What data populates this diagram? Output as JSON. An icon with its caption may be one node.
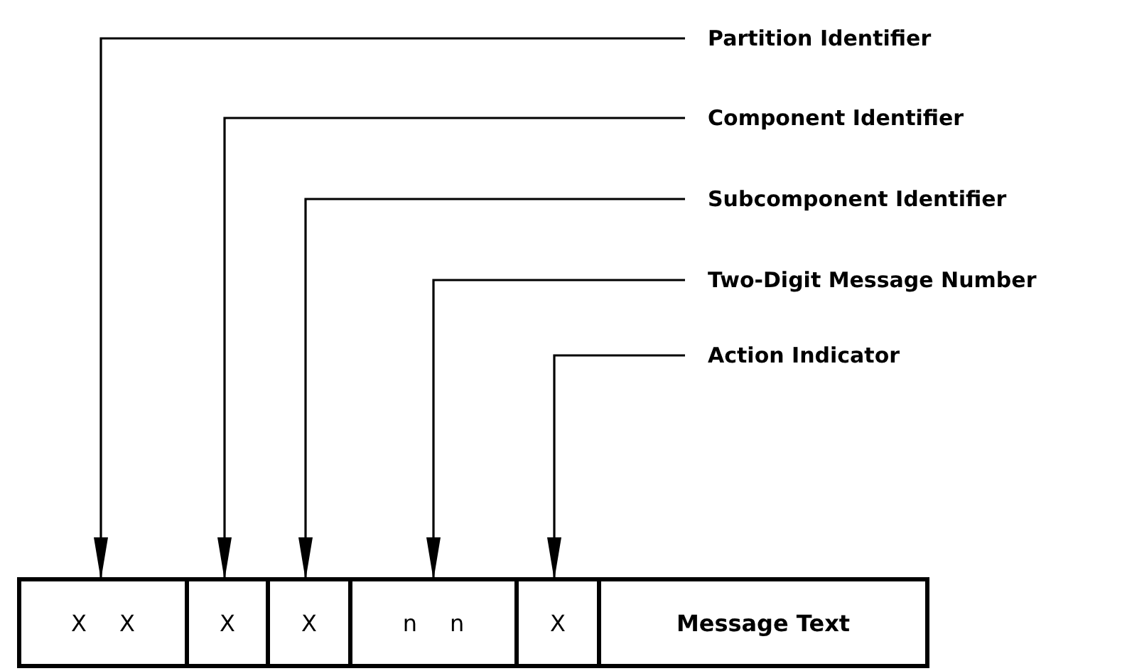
{
  "diagram": {
    "nodes": [
      {
        "text": [
          "Partition Identifier"
        ]
      },
      {
        "text": [
          "Component Identifier"
        ]
      },
      {
        "text": [
          "Subcomponent Identifier"
        ]
      },
      {
        "text": [
          "Two-Digit Message Number"
        ]
      },
      {
        "text": [
          "Action Indicator"
        ]
      },
      {
        "text": [],
        "shape": "box"
      },
      {
        "text": [
          "X X"
        ],
        "in": 5
      },
      {
        "text": [
          "X"
        ],
        "in": 5
      },
      {
        "text": [
          "X"
        ],
        "in": 5
      },
      {
        "text": [
          "n n"
        ],
        "in": 5
      },
      {
        "text": [
          "X"
        ],
        "in": 5
      },
      {
        "text": [
          "Message Text"
        ],
        "in": 5
      }
    ],
    "edges": [
      {
        "from": 0,
        "to": 6,
        "arrow": "to"
      },
      {
        "from": 1,
        "to": 7,
        "arrow": "to"
      },
      {
        "from": 2,
        "to": 8,
        "arrow": "to"
      },
      {
        "from": 3,
        "to": 9,
        "arrow": "to"
      },
      {
        "from": 4,
        "to": 10,
        "arrow": "to"
      }
    ]
  }
}
